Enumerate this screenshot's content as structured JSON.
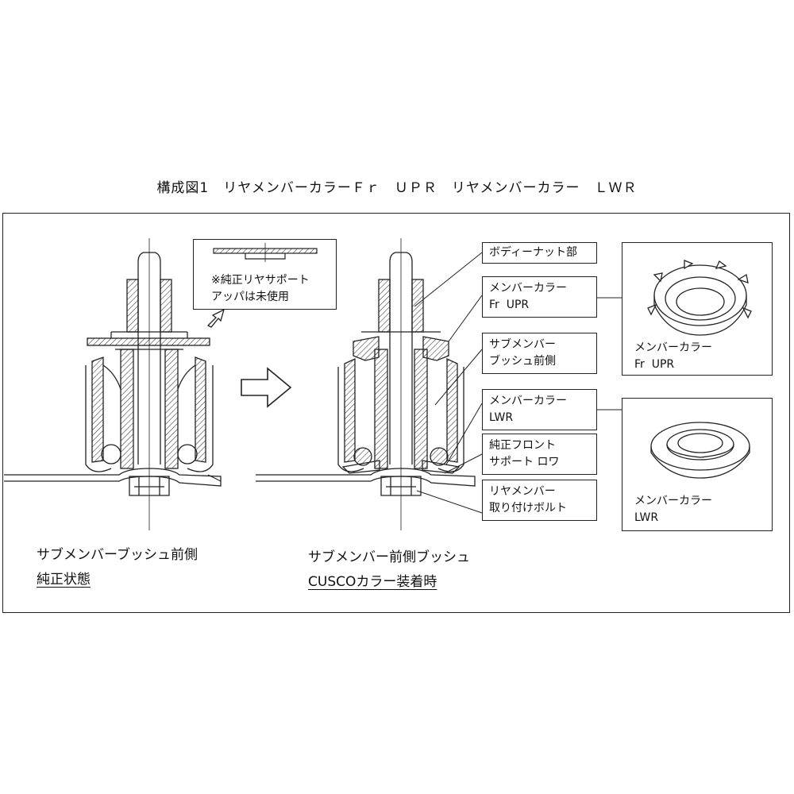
{
  "title": "構成図1　リヤメンバーカラーＦｒ　ＵＰＲ　リヤメンバーカラー　ＬＷＲ",
  "note": {
    "line1": "※純正リヤサポート",
    "line2": "アッパは未使用"
  },
  "callouts": [
    {
      "line1": "ボディーナット部",
      "line2": ""
    },
    {
      "line1": "メンバーカラー",
      "line2": "Fr  UPR"
    },
    {
      "line1": "サブメンバー",
      "line2": "ブッシュ前側"
    },
    {
      "line1": "メンバーカラー",
      "line2": "LWR"
    },
    {
      "line1": "純正フロント",
      "line2": "サポート ロワ"
    },
    {
      "line1": "リヤメンバー",
      "line2": "取り付けボルト"
    }
  ],
  "part_images": [
    {
      "line1": "メンバーカラー",
      "line2": "Fr  UPR"
    },
    {
      "line1": "メンバーカラー",
      "line2": "LWR"
    }
  ],
  "captions": {
    "left": {
      "line1": "サブメンバーブッシュ前側",
      "line2": "純正状態"
    },
    "right": {
      "line1": "サブメンバー前側ブッシュ",
      "line2": "CUSCOカラー装着時"
    }
  }
}
